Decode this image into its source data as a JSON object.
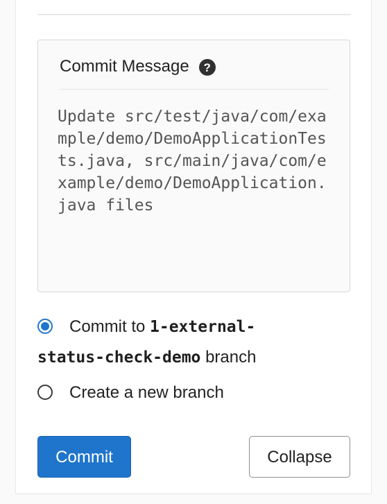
{
  "commit_panel": {
    "message": {
      "title": "Commit Message",
      "help_icon": "question-circle-icon",
      "text": "Update src/test/java/com/example/demo/DemoApplicationTests.java, src/main/java/com/example/demo/DemoApplication.java files"
    },
    "branch_options": {
      "commit": {
        "prefix": "Commit to ",
        "branch_line_1": "1-external-",
        "branch_line_2": "status-check-demo",
        "suffix": " branch",
        "selected": true
      },
      "new_branch": {
        "label": "Create a new branch",
        "selected": false
      }
    },
    "buttons": {
      "commit": "Commit",
      "collapse": "Collapse"
    },
    "colors": {
      "primary": "#1f75cb",
      "border": "#d6d6d6"
    }
  }
}
